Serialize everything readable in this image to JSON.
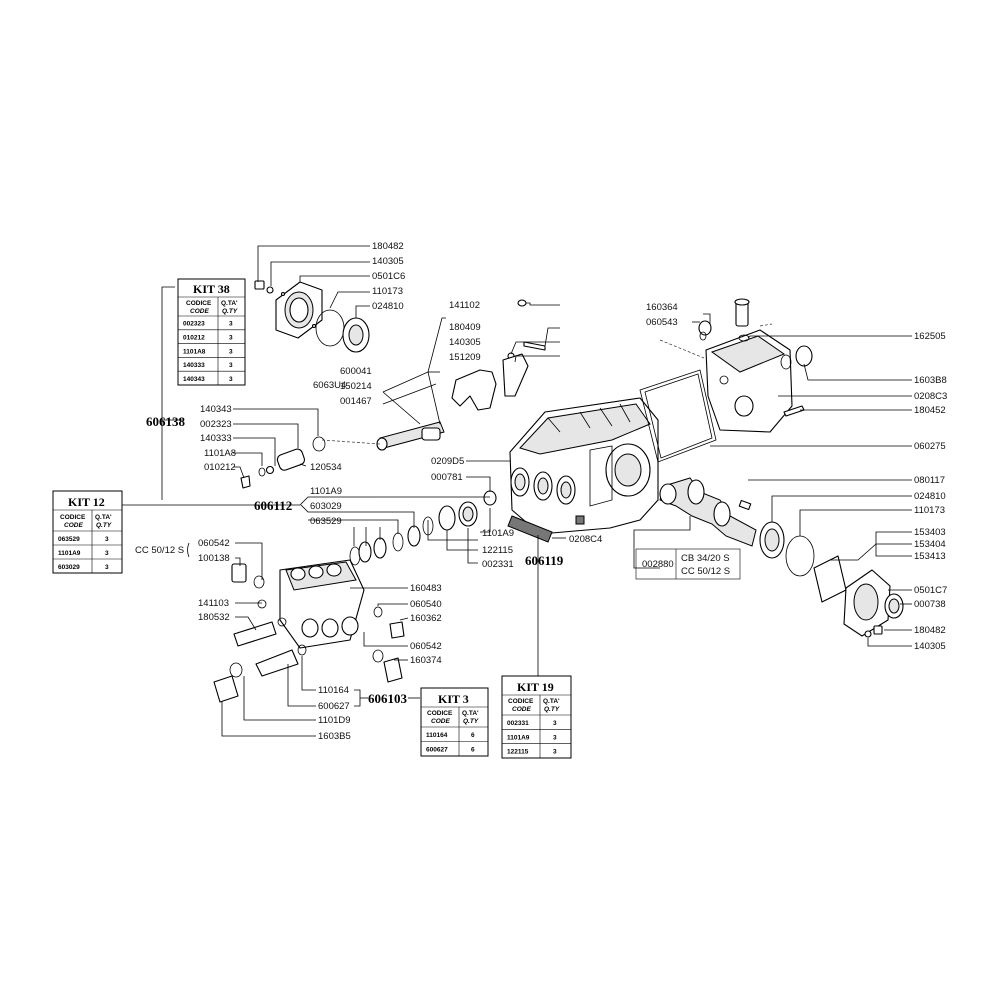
{
  "labels": {
    "l180482a": "180482",
    "l140305a": "140305",
    "l0501C6": "0501C6",
    "l110173a": "110173",
    "l024810a": "024810",
    "l141102": "141102",
    "l180409": "180409",
    "l140305b": "140305",
    "l151209": "151209",
    "l600041": "600041",
    "l6063U4": "6063U4",
    "l150214": "150214",
    "l001467": "001467",
    "l140343": "140343",
    "l002323": "002323",
    "l140333": "140333",
    "l1101A8": "1101A8",
    "l010212": "010212",
    "l120534": "120534",
    "l160364": "160364",
    "l060543": "060543",
    "l162505": "162505",
    "l1603B8": "1603B8",
    "l0208C3": "0208C3",
    "l180452": "180452",
    "l060275": "060275",
    "l0209D5": "0209D5",
    "l000781": "000781",
    "l1101A9a": "1101A9",
    "l603029a": "603029",
    "l063529a": "063529",
    "l1101A9b": "1101A9",
    "l122115a": "122115",
    "l002331a": "002331",
    "l0208C4": "0208C4",
    "l080117": "080117",
    "l024810b": "024810",
    "l110173b": "110173",
    "l153403": "153403",
    "l153404": "153404",
    "l153413": "153413",
    "l0501C7": "0501C7",
    "l000738": "000738",
    "l180482b": "180482",
    "l140305c": "140305",
    "l002880": "002880",
    "lCB": "CB 34/20 S",
    "lCC2": "CC 50/12 S",
    "lCC1": "CC 50/12 S",
    "l060542a": "060542",
    "l100138": "100138",
    "l141103": "141103",
    "l180532": "180532",
    "l160483": "160483",
    "l060540": "060540",
    "l160362": "160362",
    "l060542b": "060542",
    "l160374": "160374",
    "l110164": "110164",
    "l600627": "600627",
    "l1101D9": "1101D9",
    "l1603B5": "1603B5"
  },
  "group_codes": {
    "g606138": "606138",
    "g606112": "606112",
    "g606119": "606119",
    "g606103": "606103"
  },
  "kits": {
    "kit38": {
      "title": "KIT 38",
      "h_codice": "CODICE",
      "h_code": "CODE",
      "h_qta": "Q.TA'",
      "h_qty": "Q.TY",
      "rows": [
        [
          "002323",
          "3"
        ],
        [
          "010212",
          "3"
        ],
        [
          "1101A8",
          "3"
        ],
        [
          "140333",
          "3"
        ],
        [
          "140343",
          "3"
        ]
      ]
    },
    "kit12": {
      "title": "KIT 12",
      "h_codice": "CODICE",
      "h_code": "CODE",
      "h_qta": "Q.TA'",
      "h_qty": "Q.TY",
      "rows": [
        [
          "063529",
          "3"
        ],
        [
          "1101A9",
          "3"
        ],
        [
          "603029",
          "3"
        ]
      ]
    },
    "kit3": {
      "title": "KIT 3",
      "h_codice": "CODICE",
      "h_code": "CODE",
      "h_qta": "Q.TA'",
      "h_qty": "Q.TY",
      "rows": [
        [
          "110164",
          "6"
        ],
        [
          "600627",
          "6"
        ]
      ]
    },
    "kit19": {
      "title": "KIT 19",
      "h_codice": "CODICE",
      "h_code": "CODE",
      "h_qta": "Q.TA'",
      "h_qty": "Q.TY",
      "rows": [
        [
          "002331",
          "3"
        ],
        [
          "1101A9",
          "3"
        ],
        [
          "122115",
          "3"
        ]
      ]
    }
  }
}
